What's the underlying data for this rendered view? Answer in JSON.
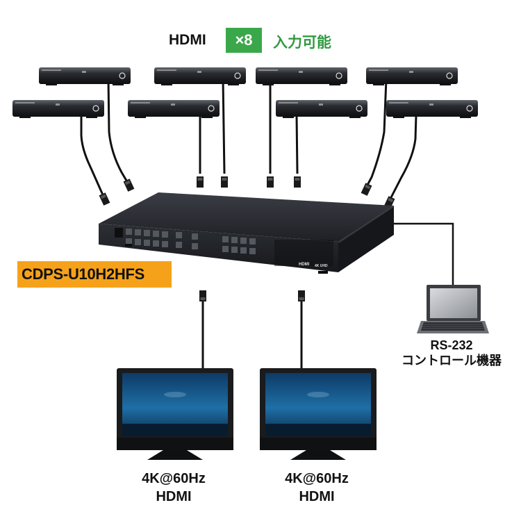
{
  "header": {
    "hdmi_label": "HDMI",
    "count_badge": "×8",
    "inputs_label": "入力可能",
    "badge_color": "#3aa84a",
    "inputs_color": "#2f9a3f"
  },
  "model": {
    "name": "CDPS-U10H2HFS",
    "tag_color": "#f5a21a"
  },
  "rs232_device": {
    "line1": "RS-232",
    "line2": "コントロール機器"
  },
  "outputs": [
    {
      "line1": "4K@60Hz",
      "line2": "HDMI"
    },
    {
      "line1": "4K@60Hz",
      "line2": "HDMI"
    }
  ],
  "device_panel": {
    "brand": "HDMI",
    "mark": "4K UHD"
  }
}
